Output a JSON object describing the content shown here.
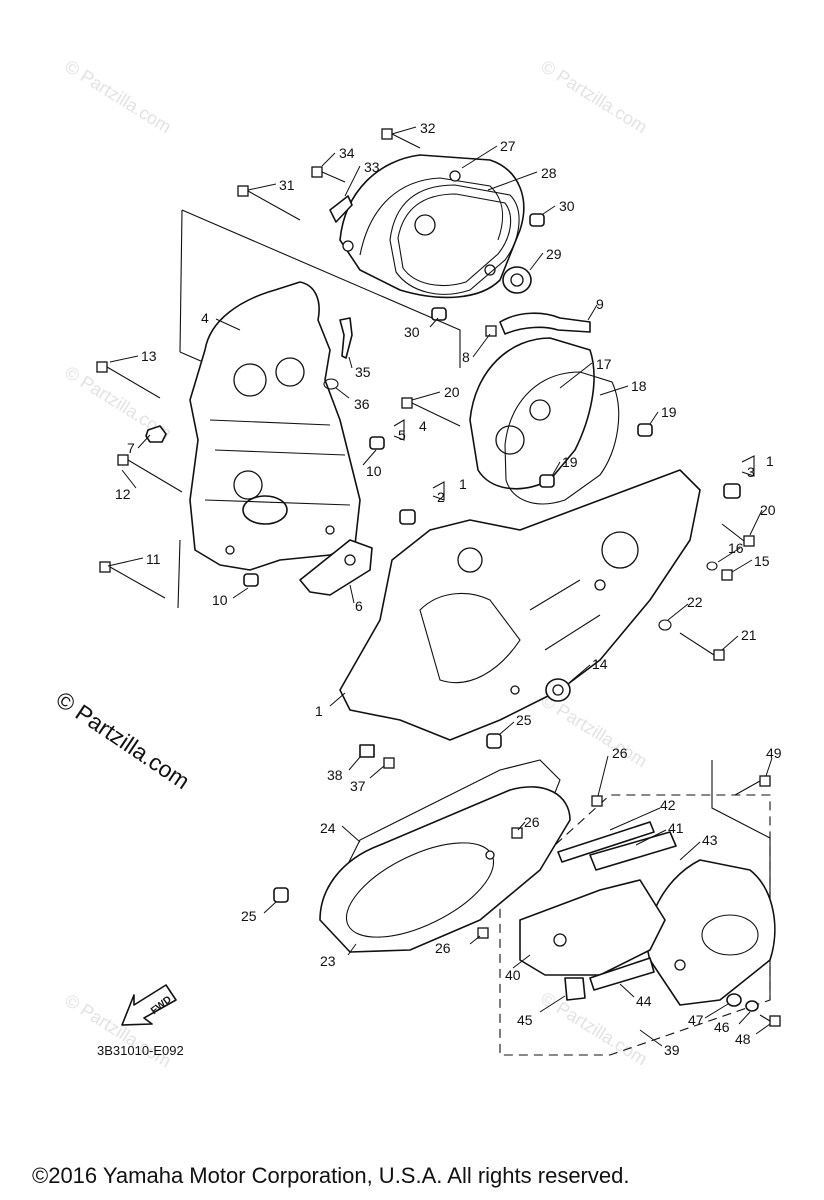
{
  "watermark": "© Partzilla.com",
  "diagram_code": "3B31010-E092",
  "copyright": "©2016  Yamaha Motor Corporation, U.S.A. All rights reserved.",
  "fwd": "FWD",
  "labels": {
    "n1a": "1",
    "n1b": "1",
    "n1c": "1",
    "n2": "2",
    "n3": "3",
    "n4a": "4",
    "n4b": "4",
    "n5": "5",
    "n6": "6",
    "n7": "7",
    "n8": "8",
    "n9": "9",
    "n10a": "10",
    "n10b": "10",
    "n11": "11",
    "n12": "12",
    "n13": "13",
    "n14": "14",
    "n15": "15",
    "n16": "16",
    "n17": "17",
    "n18": "18",
    "n19a": "19",
    "n19b": "19",
    "n20a": "20",
    "n20b": "20",
    "n21": "21",
    "n22": "22",
    "n23": "23",
    "n24": "24",
    "n25a": "25",
    "n25b": "25",
    "n26a": "26",
    "n26b": "26",
    "n26c": "26",
    "n27": "27",
    "n28": "28",
    "n29": "29",
    "n30a": "30",
    "n30b": "30",
    "n31": "31",
    "n32": "32",
    "n33": "33",
    "n34": "34",
    "n35": "35",
    "n36": "36",
    "n37": "37",
    "n38": "38",
    "n39": "39",
    "n40": "40",
    "n41": "41",
    "n42": "42",
    "n43": "43",
    "n44": "44",
    "n45": "45",
    "n46": "46",
    "n47": "47",
    "n48": "48",
    "n49": "49"
  }
}
